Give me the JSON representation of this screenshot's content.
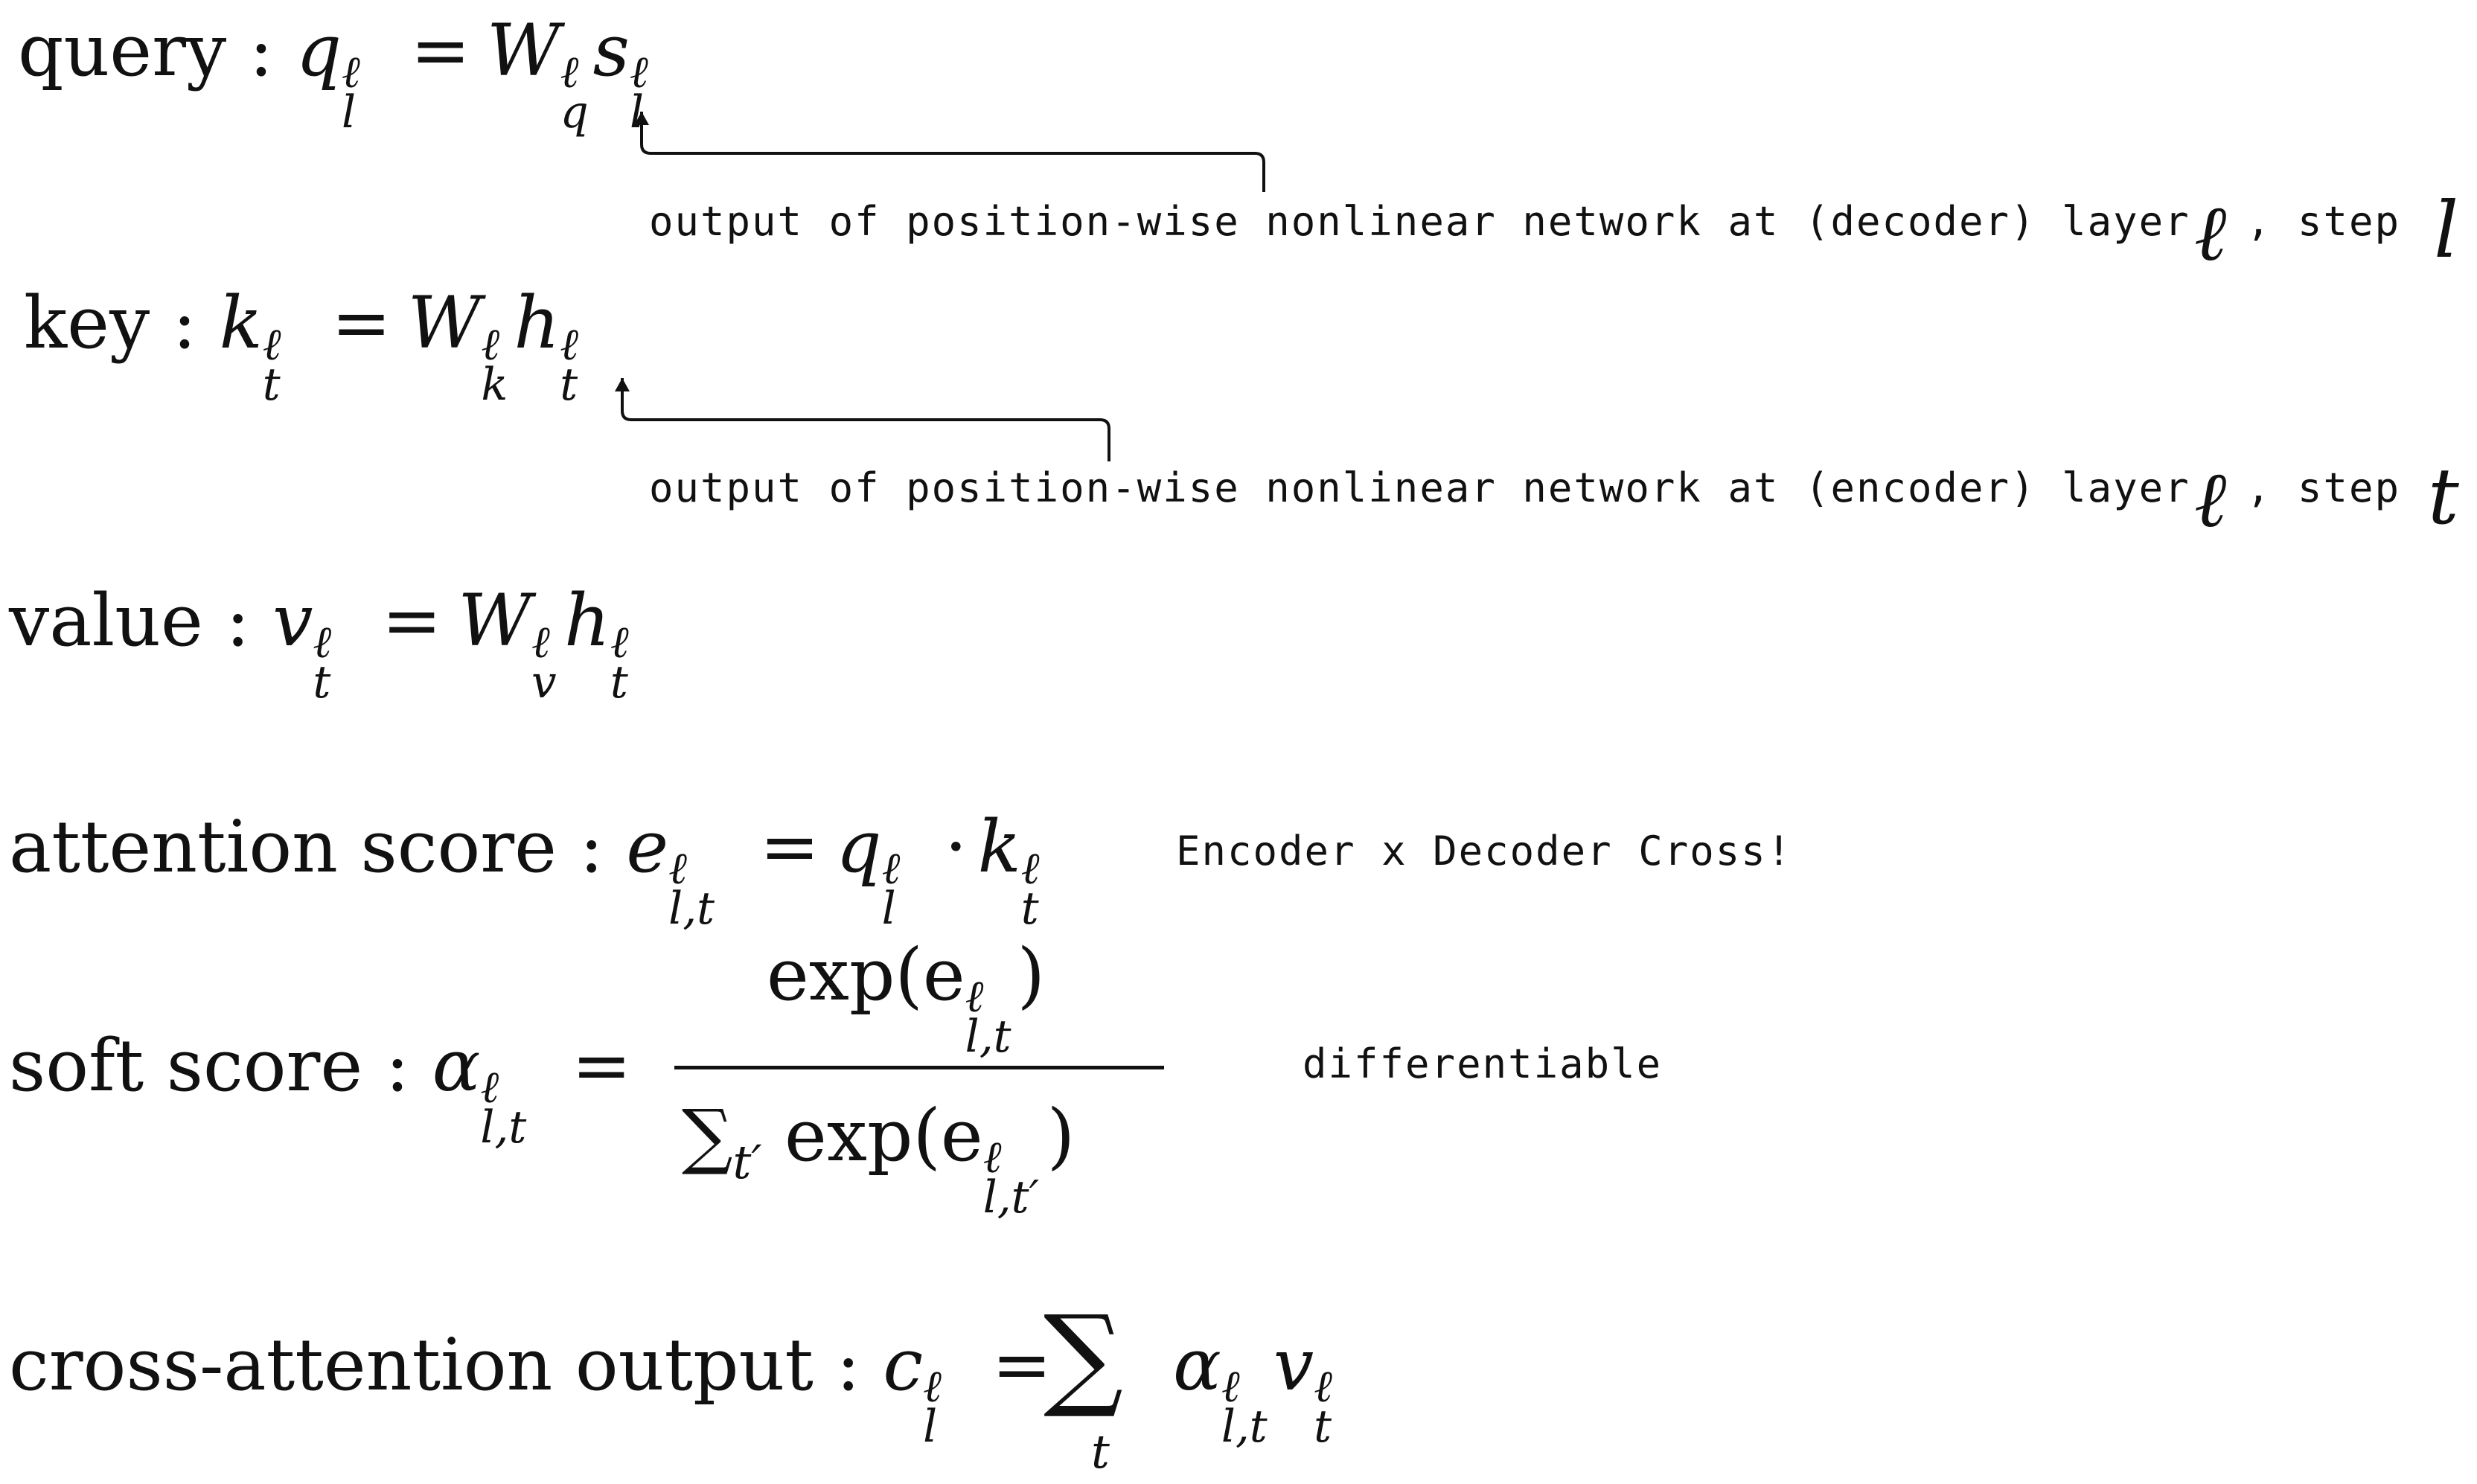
{
  "equations": {
    "query": {
      "label": "query : ",
      "lhs": "q",
      "rhs": "W",
      "rhs_sub": "q",
      "rhs2": "s"
    },
    "key": {
      "label": "key : ",
      "lhs": "k",
      "rhs": "W",
      "rhs_sub": "k",
      "rhs2": "h"
    },
    "value": {
      "label": "value : ",
      "lhs": "v",
      "rhs": "W",
      "rhs_sub": "v",
      "rhs2": "h"
    },
    "attention": {
      "label": "attention score : ",
      "lhs": "e",
      "lhs_sub": "l,t",
      "a": "q",
      "a_sub": "l",
      "dot": "·",
      "b": "k",
      "b_sub": "t"
    },
    "soft": {
      "label": "soft score : ",
      "lhs": "α",
      "lhs_sub": "l,t",
      "num": "exp(e",
      "num_sub": "l,t",
      "den_sum": "∑",
      "den_sum_sub": "t′",
      "den": "exp(e",
      "den_sub": "l,t′"
    },
    "cross": {
      "label": "cross-attention output : ",
      "lhs": "c",
      "lhs_sub": "l",
      "sum": "∑",
      "sum_sub": "t",
      "a": "α",
      "a_sub": "l,t",
      "b": "v",
      "b_sub": "t"
    }
  },
  "symbols": {
    "ell": "ℓ",
    "l": "l",
    "t": "t",
    "eq": "=",
    "rparen": ")"
  },
  "annotations": {
    "decoder": "output of position-wise nonlinear network at (decoder) layer",
    "decoder_step": ", step",
    "encoder": "output of position-wise nonlinear network at (encoder) layer",
    "encoder_step": ", step",
    "cross_note": "Encoder x Decoder Cross!",
    "diff_note": "differentiable"
  }
}
